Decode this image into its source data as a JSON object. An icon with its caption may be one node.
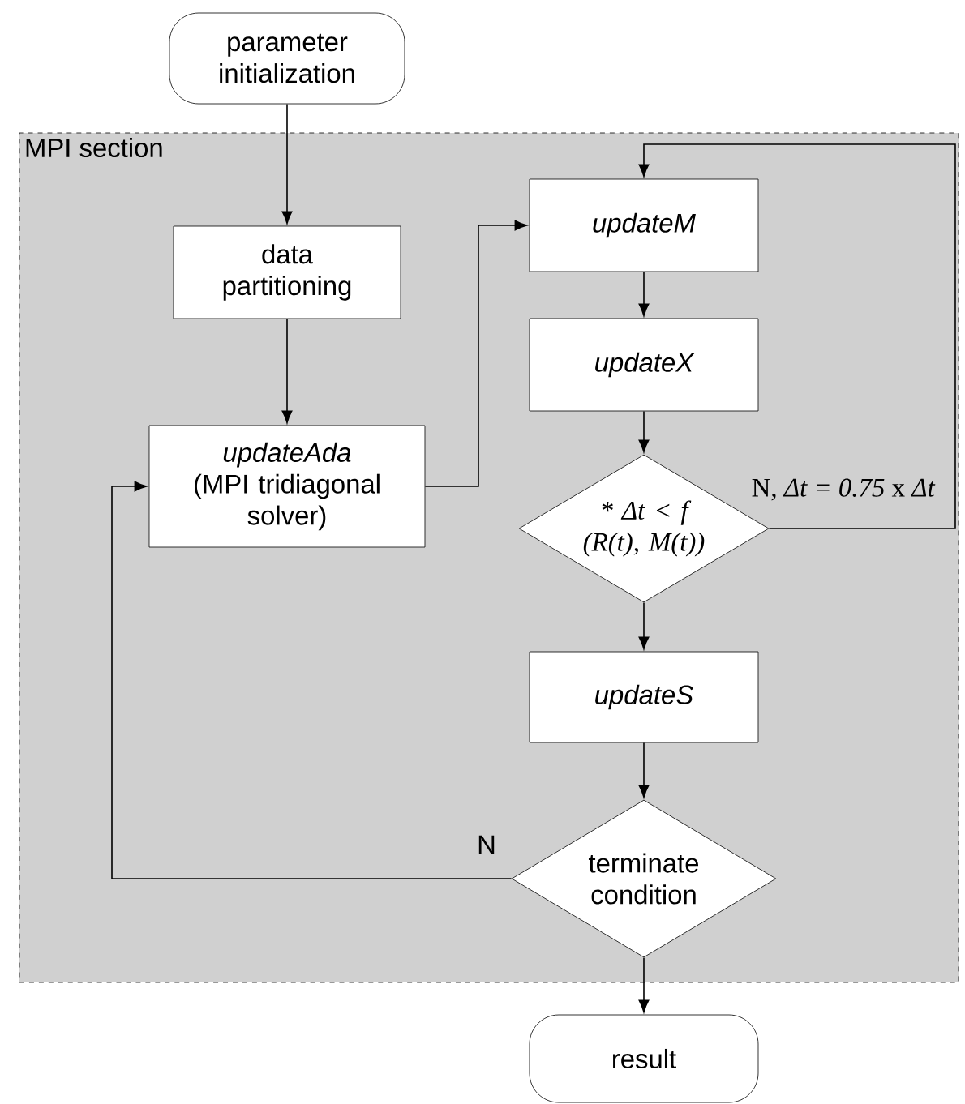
{
  "diagram": {
    "nodes": [
      {
        "text": [
          "parameter initialization"
        ]
      },
      {
        "text": [
          "MPI section"
        ]
      },
      {
        "text": [
          "data partitioning"
        ],
        "in": 1
      },
      {
        "text": [
          "updateAda",
          "(MPI tridiagonal solver)"
        ],
        "in": 1
      },
      {
        "text": [
          "updateM"
        ],
        "in": 1
      },
      {
        "text": [
          "updateX"
        ],
        "in": 1
      },
      {
        "text": [
          "* Δt < f (R(t), M(t))"
        ],
        "in": 1
      },
      {
        "text": [
          "updateS"
        ],
        "in": 1
      },
      {
        "text": [
          "terminate condition"
        ],
        "in": 1
      },
      {
        "text": [
          "result"
        ]
      }
    ],
    "edges": [
      {
        "from": 0,
        "to": 2,
        "arrow": "to"
      },
      {
        "from": 2,
        "to": 3,
        "arrow": "to"
      },
      {
        "from": 3,
        "to": 4,
        "arrow": "to"
      },
      {
        "from": 4,
        "to": 5,
        "arrow": "to"
      },
      {
        "from": 5,
        "to": 6,
        "arrow": "to"
      },
      {
        "from": 6,
        "to": 4,
        "arrow": "to",
        "label": "N, *Δt = 0.75* x *Δt*"
      },
      {
        "from": 6,
        "to": 7,
        "arrow": "to"
      },
      {
        "from": 7,
        "to": 8,
        "arrow": "to"
      },
      {
        "from": 8,
        "to": 3,
        "arrow": "to",
        "label": "N"
      },
      {
        "from": 8,
        "to": 9,
        "arrow": "to"
      }
    ]
  }
}
